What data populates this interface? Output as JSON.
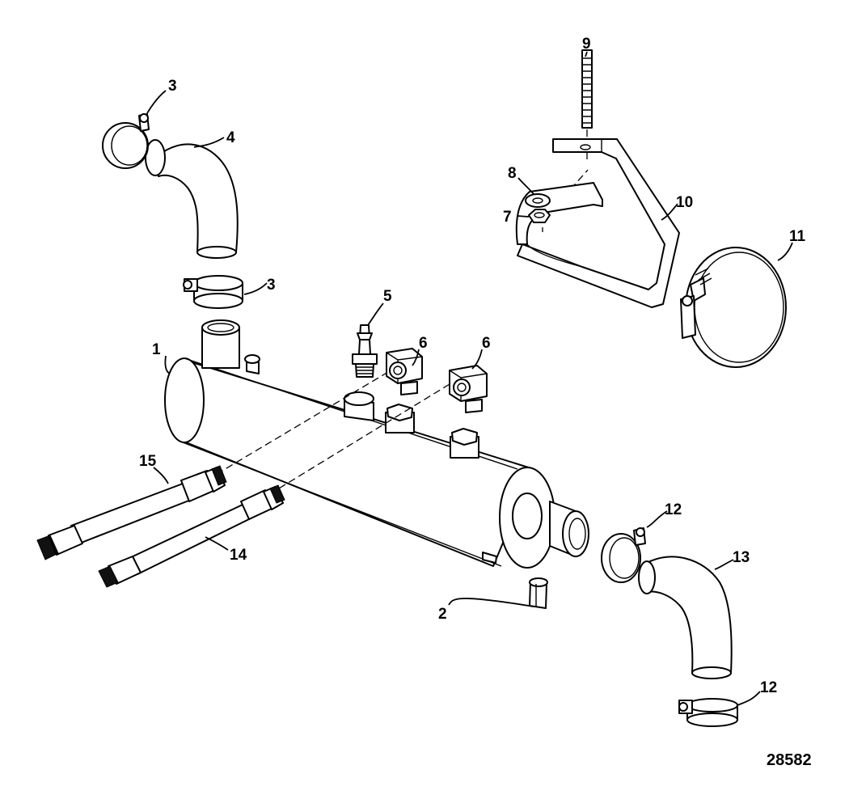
{
  "callouts": {
    "c1": "1",
    "c2": "2",
    "c3a": "3",
    "c3b": "3",
    "c4": "4",
    "c5": "5",
    "c6a": "6",
    "c6b": "6",
    "c7": "7",
    "c8": "8",
    "c9": "9",
    "c10": "10",
    "c11": "11",
    "c12a": "12",
    "c12b": "12",
    "c13": "13",
    "c14": "14",
    "c15": "15"
  },
  "figure_id": "28582",
  "colors": {
    "line": "#000000",
    "background": "#ffffff"
  }
}
